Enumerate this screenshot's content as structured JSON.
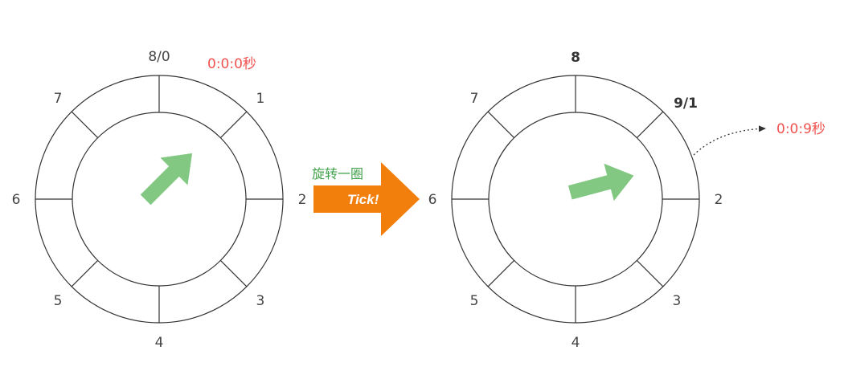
{
  "colors": {
    "ring": "#333333",
    "pointer": "#82c882",
    "time": "#f0524f",
    "caption": "#3fa04a",
    "tick_arrow": "#f27f0c",
    "tick_text": "#ffffff",
    "connector": "#333333"
  },
  "left_wheel": {
    "slots": 8,
    "labels": [
      "8/0",
      "1",
      "2",
      "3",
      "4",
      "5",
      "6",
      "7"
    ],
    "bold_labels": [],
    "time": "0:0:0秒",
    "pointer_icon": "arrow-up-right-icon",
    "pointer_angle_deg": 45
  },
  "middle": {
    "caption": "旋转一圈",
    "tick_label": "Tick!",
    "icon": "arrow-right-icon"
  },
  "right_wheel": {
    "slots": 8,
    "labels": [
      "8",
      "9/1",
      "2",
      "3",
      "4",
      "5",
      "6",
      "7"
    ],
    "bold_labels": [
      0,
      1
    ],
    "time": "0:0:9秒",
    "pointer_icon": "arrow-right-icon",
    "pointer_angle_deg": 75
  }
}
